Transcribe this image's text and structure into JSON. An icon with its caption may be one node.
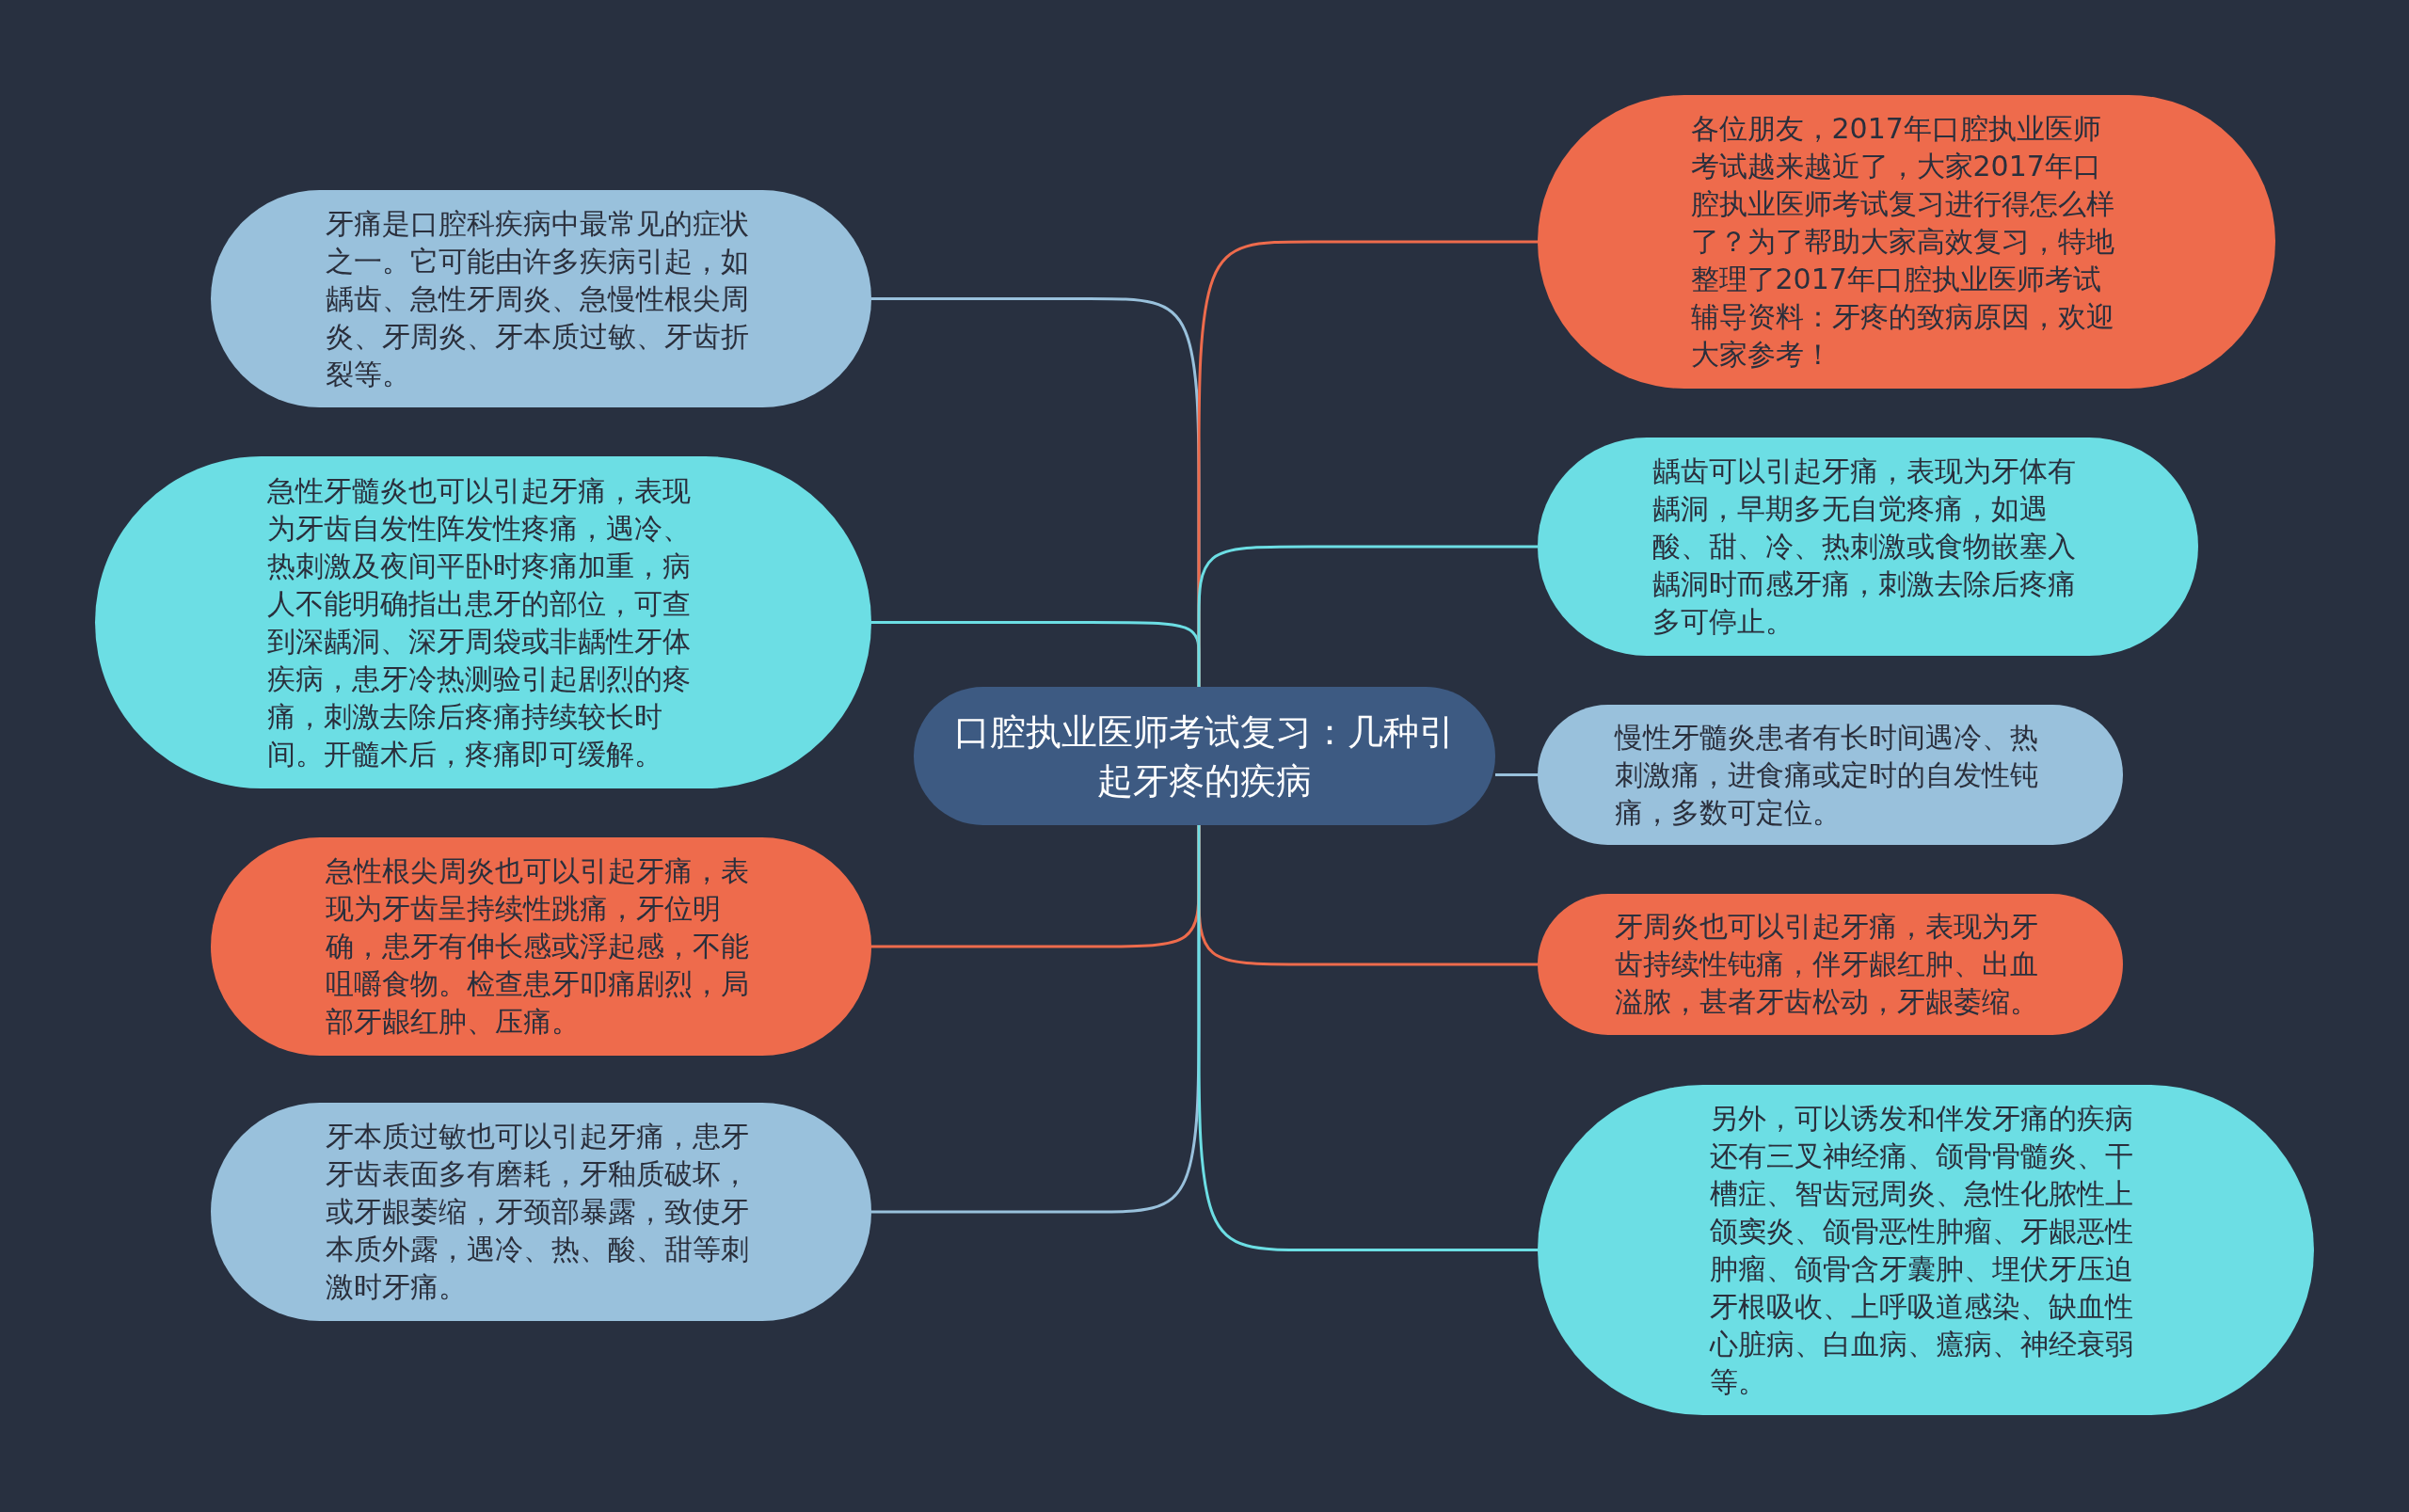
{
  "diagram": {
    "nodes": [
      {
        "text": [
          "口腔执业医师考试复习：几种引起牙疼的疾病"
        ]
      },
      {
        "text": [
          "牙痛是口腔科疾病中最常见的症状之一。它可能由许多疾病引起，如龋齿、急性牙周炎、急慢性根尖周炎、牙周炎、牙本质过敏、牙齿折裂等。"
        ]
      },
      {
        "text": [
          "急性牙髓炎也可以引起牙痛，表现为牙齿自发性阵发性疼痛，遇冷、热刺激及夜间平卧时疼痛加重，病人不能明确指出患牙的部位，可查到深龋洞、深牙周袋或非龋性牙体疾病，患牙冷热测验引起剧烈的疼痛，刺激去除后疼痛持续较长时间。开髓术后，疼痛即可缓解。"
        ]
      },
      {
        "text": [
          "急性根尖周炎也可以引起牙痛，表现为牙齿呈持续性跳痛，牙位明确，患牙有伸长感或浮起感，不能咀嚼食物。检查患牙叩痛剧烈，局部牙龈红肿、压痛。"
        ]
      },
      {
        "text": [
          "牙本质过敏也可以引起牙痛，患牙牙齿表面多有磨耗，牙釉质破坏，或牙龈萎缩，牙颈部暴露，致使牙本质外露，遇冷、热、酸、甜等刺激时牙痛。"
        ]
      },
      {
        "text": [
          "各位朋友，2017年口腔执业医师考试越来越近了，大家2017年口腔执业医师考试复习进行得怎么样了？为了帮助大家高效复习，特地整理了2017年口腔执业医师考试辅导资料：牙疼的致病原因，欢迎大家参考！"
        ]
      },
      {
        "text": [
          "龋齿可以引起牙痛，表现为牙体有龋洞，早期多无自觉疼痛，如遇酸、甜、冷、热刺激或食物嵌塞入龋洞时而感牙痛，刺激去除后疼痛多可停止。"
        ]
      },
      {
        "text": [
          "慢性牙髓炎患者有长时间遇冷、热刺激痛，进食痛或定时的自发性钝痛，多数可定位。"
        ]
      },
      {
        "text": [
          "牙周炎也可以引起牙痛，表现为牙齿持续性钝痛，伴牙龈红肿、出血溢脓，甚者牙齿松动，牙龈萎缩。"
        ]
      },
      {
        "text": [
          "另外，可以诱发和伴发牙痛的疾病还有三叉神经痛、颌骨骨髓炎、干槽症、智齿冠周炎、急性化脓性上颌窦炎、颌骨恶性肿瘤、牙龈恶性肿瘤、颌骨含牙囊肿、埋伏牙压迫牙根吸收、上呼吸道感染、缺血性心脏病、白血病、癔病、神经衰弱等。"
        ]
      }
    ],
    "edges": [
      {
        "from": 0,
        "to": 1,
        "arrow": "none",
        "color": "#99c1dc"
      },
      {
        "from": 0,
        "to": 2,
        "arrow": "none",
        "color": "#6cdee4"
      },
      {
        "from": 0,
        "to": 3,
        "arrow": "none",
        "color": "#ee6b4c"
      },
      {
        "from": 0,
        "to": 4,
        "arrow": "none",
        "color": "#99c1dc"
      },
      {
        "from": 0,
        "to": 5,
        "arrow": "none",
        "color": "#ee6b4c"
      },
      {
        "from": 0,
        "to": 6,
        "arrow": "none",
        "color": "#6cdee4"
      },
      {
        "from": 0,
        "to": 7,
        "arrow": "none",
        "color": "#99c1dc"
      },
      {
        "from": 0,
        "to": 8,
        "arrow": "none",
        "color": "#ee6b4c"
      },
      {
        "from": 0,
        "to": 9,
        "arrow": "none",
        "color": "#6cdee4"
      }
    ]
  }
}
